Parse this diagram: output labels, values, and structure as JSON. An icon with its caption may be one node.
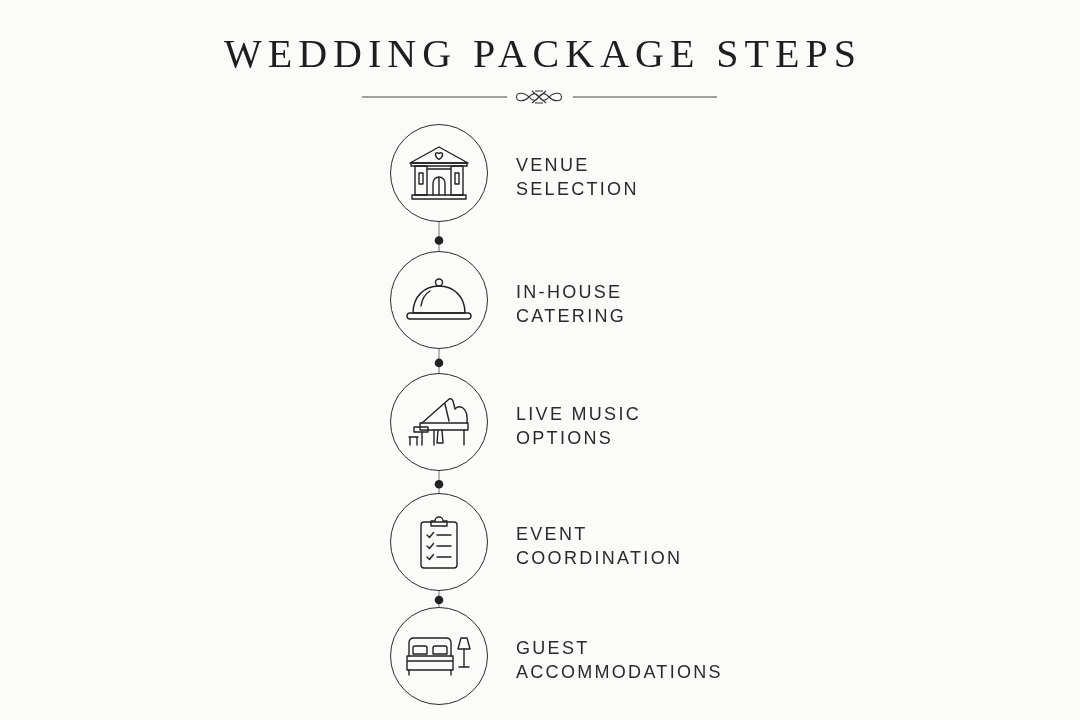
{
  "diagram": {
    "title": "WEDDING PACKAGE STEPS",
    "nodes": [
      {
        "text": [],
        "shape": "circle",
        "beside": [
          "VENUE SELECTION"
        ]
      },
      {
        "text": [],
        "shape": "circle",
        "beside": [
          "IN-HOUSE CATERING"
        ]
      },
      {
        "text": [],
        "shape": "circle",
        "beside": [
          "LIVE MUSIC OPTIONS"
        ]
      },
      {
        "text": [],
        "shape": "circle",
        "beside": [
          "EVENT COORDINATION"
        ]
      },
      {
        "text": [],
        "shape": "circle",
        "beside": [
          "GUEST ACCOMMODATIONS"
        ]
      }
    ],
    "edges": [
      {
        "from": 0,
        "to": 1,
        "arrow": "none"
      },
      {
        "from": 1,
        "to": 2,
        "arrow": "none"
      },
      {
        "from": 2,
        "to": 3,
        "arrow": "none"
      },
      {
        "from": 3,
        "to": 4,
        "arrow": "none"
      }
    ]
  }
}
